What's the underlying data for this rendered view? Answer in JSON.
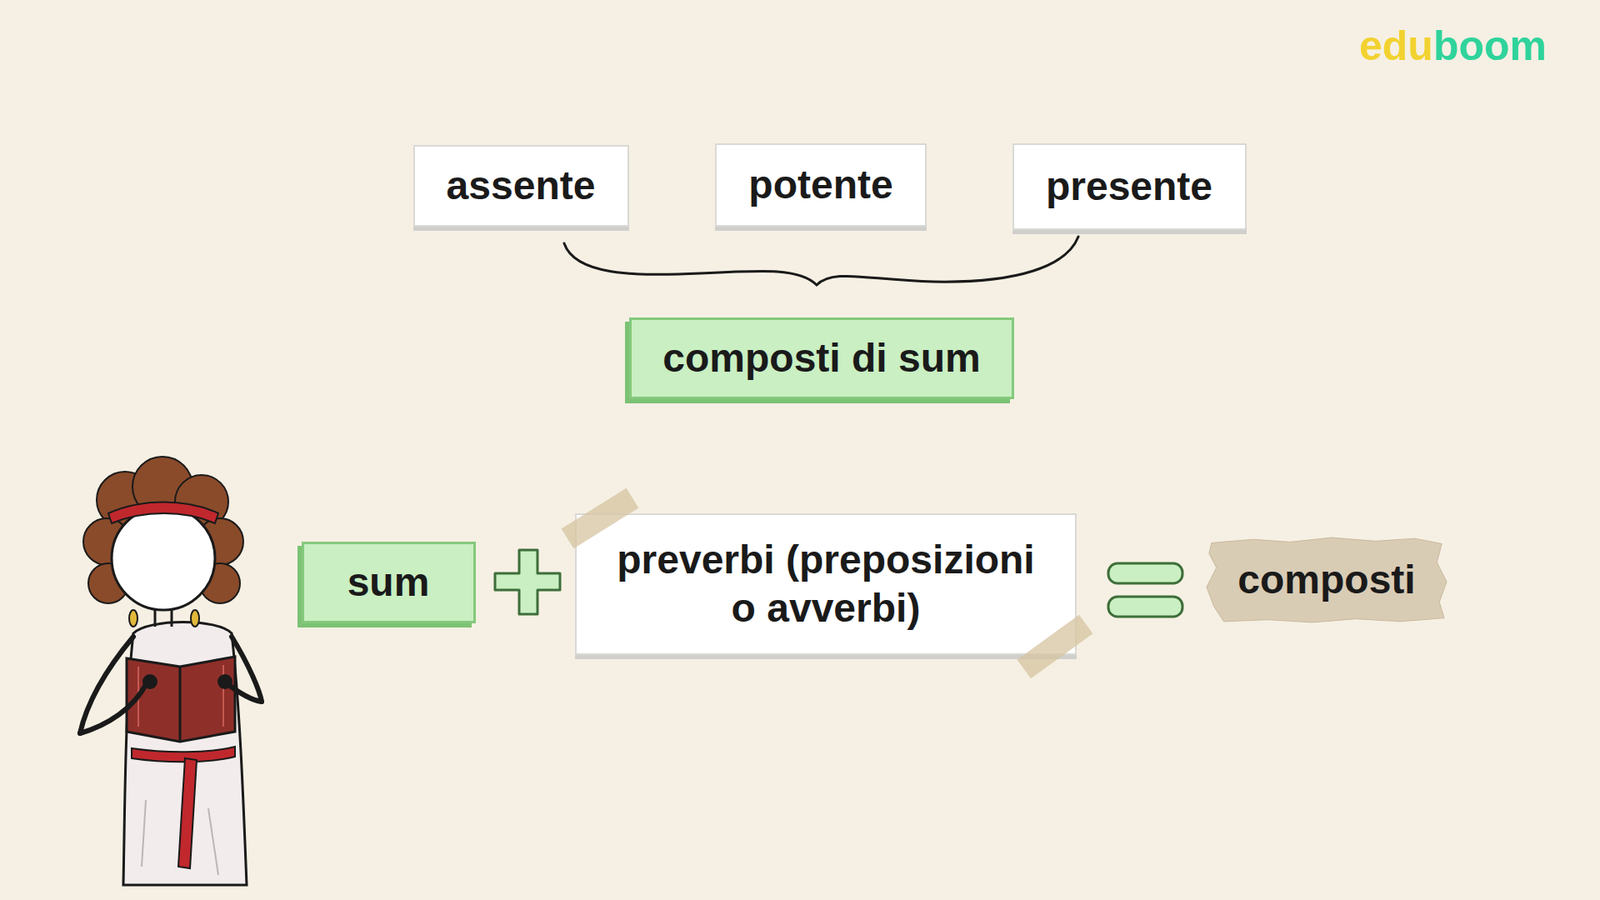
{
  "diagram": {
    "nodes": [
      {
        "text": [
          "assente"
        ]
      },
      {
        "text": [
          "potente"
        ]
      },
      {
        "text": [
          "presente"
        ]
      },
      {
        "text": [
          "composti di sum"
        ]
      },
      {
        "text": [
          "sum"
        ]
      },
      {
        "text": [
          "preverbi (preposizioni o avverbi)"
        ]
      },
      {
        "text": [
          "composti"
        ]
      }
    ],
    "labels": [
      "edu",
      "boom"
    ]
  }
}
